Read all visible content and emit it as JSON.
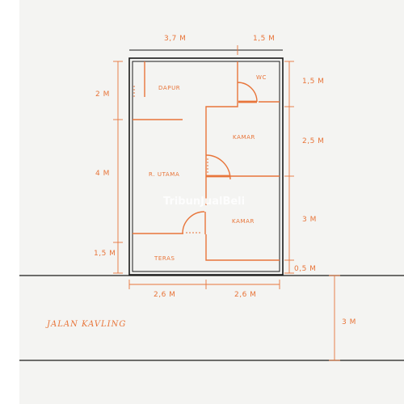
{
  "plan": {
    "dimensions": {
      "top_left": "3,7 M",
      "top_right": "1,5 M",
      "left_kitchen": "2 M",
      "left_main": "4 M",
      "left_terrace": "1,5 M",
      "right_wc": "1,5 M",
      "right_bedroom1": "2,5 M",
      "right_bedroom2": "3 M",
      "right_bottom": "0,5 M",
      "bottom_left": "2,6 M",
      "bottom_right": "2,6 M",
      "road_width": "3 M"
    },
    "rooms": {
      "kitchen": "DAPUR",
      "wc": "WC",
      "bedroom1": "KAMAR",
      "main_room": "R. UTAMA",
      "bedroom2": "KAMAR",
      "terrace": "TERAS"
    },
    "street": "JALAN KAVLING",
    "watermark": "TribunJualBeli",
    "colors": {
      "annotation": "#e8753a",
      "wall": "#1a1a1a",
      "paper": "#f4f4f2"
    }
  }
}
